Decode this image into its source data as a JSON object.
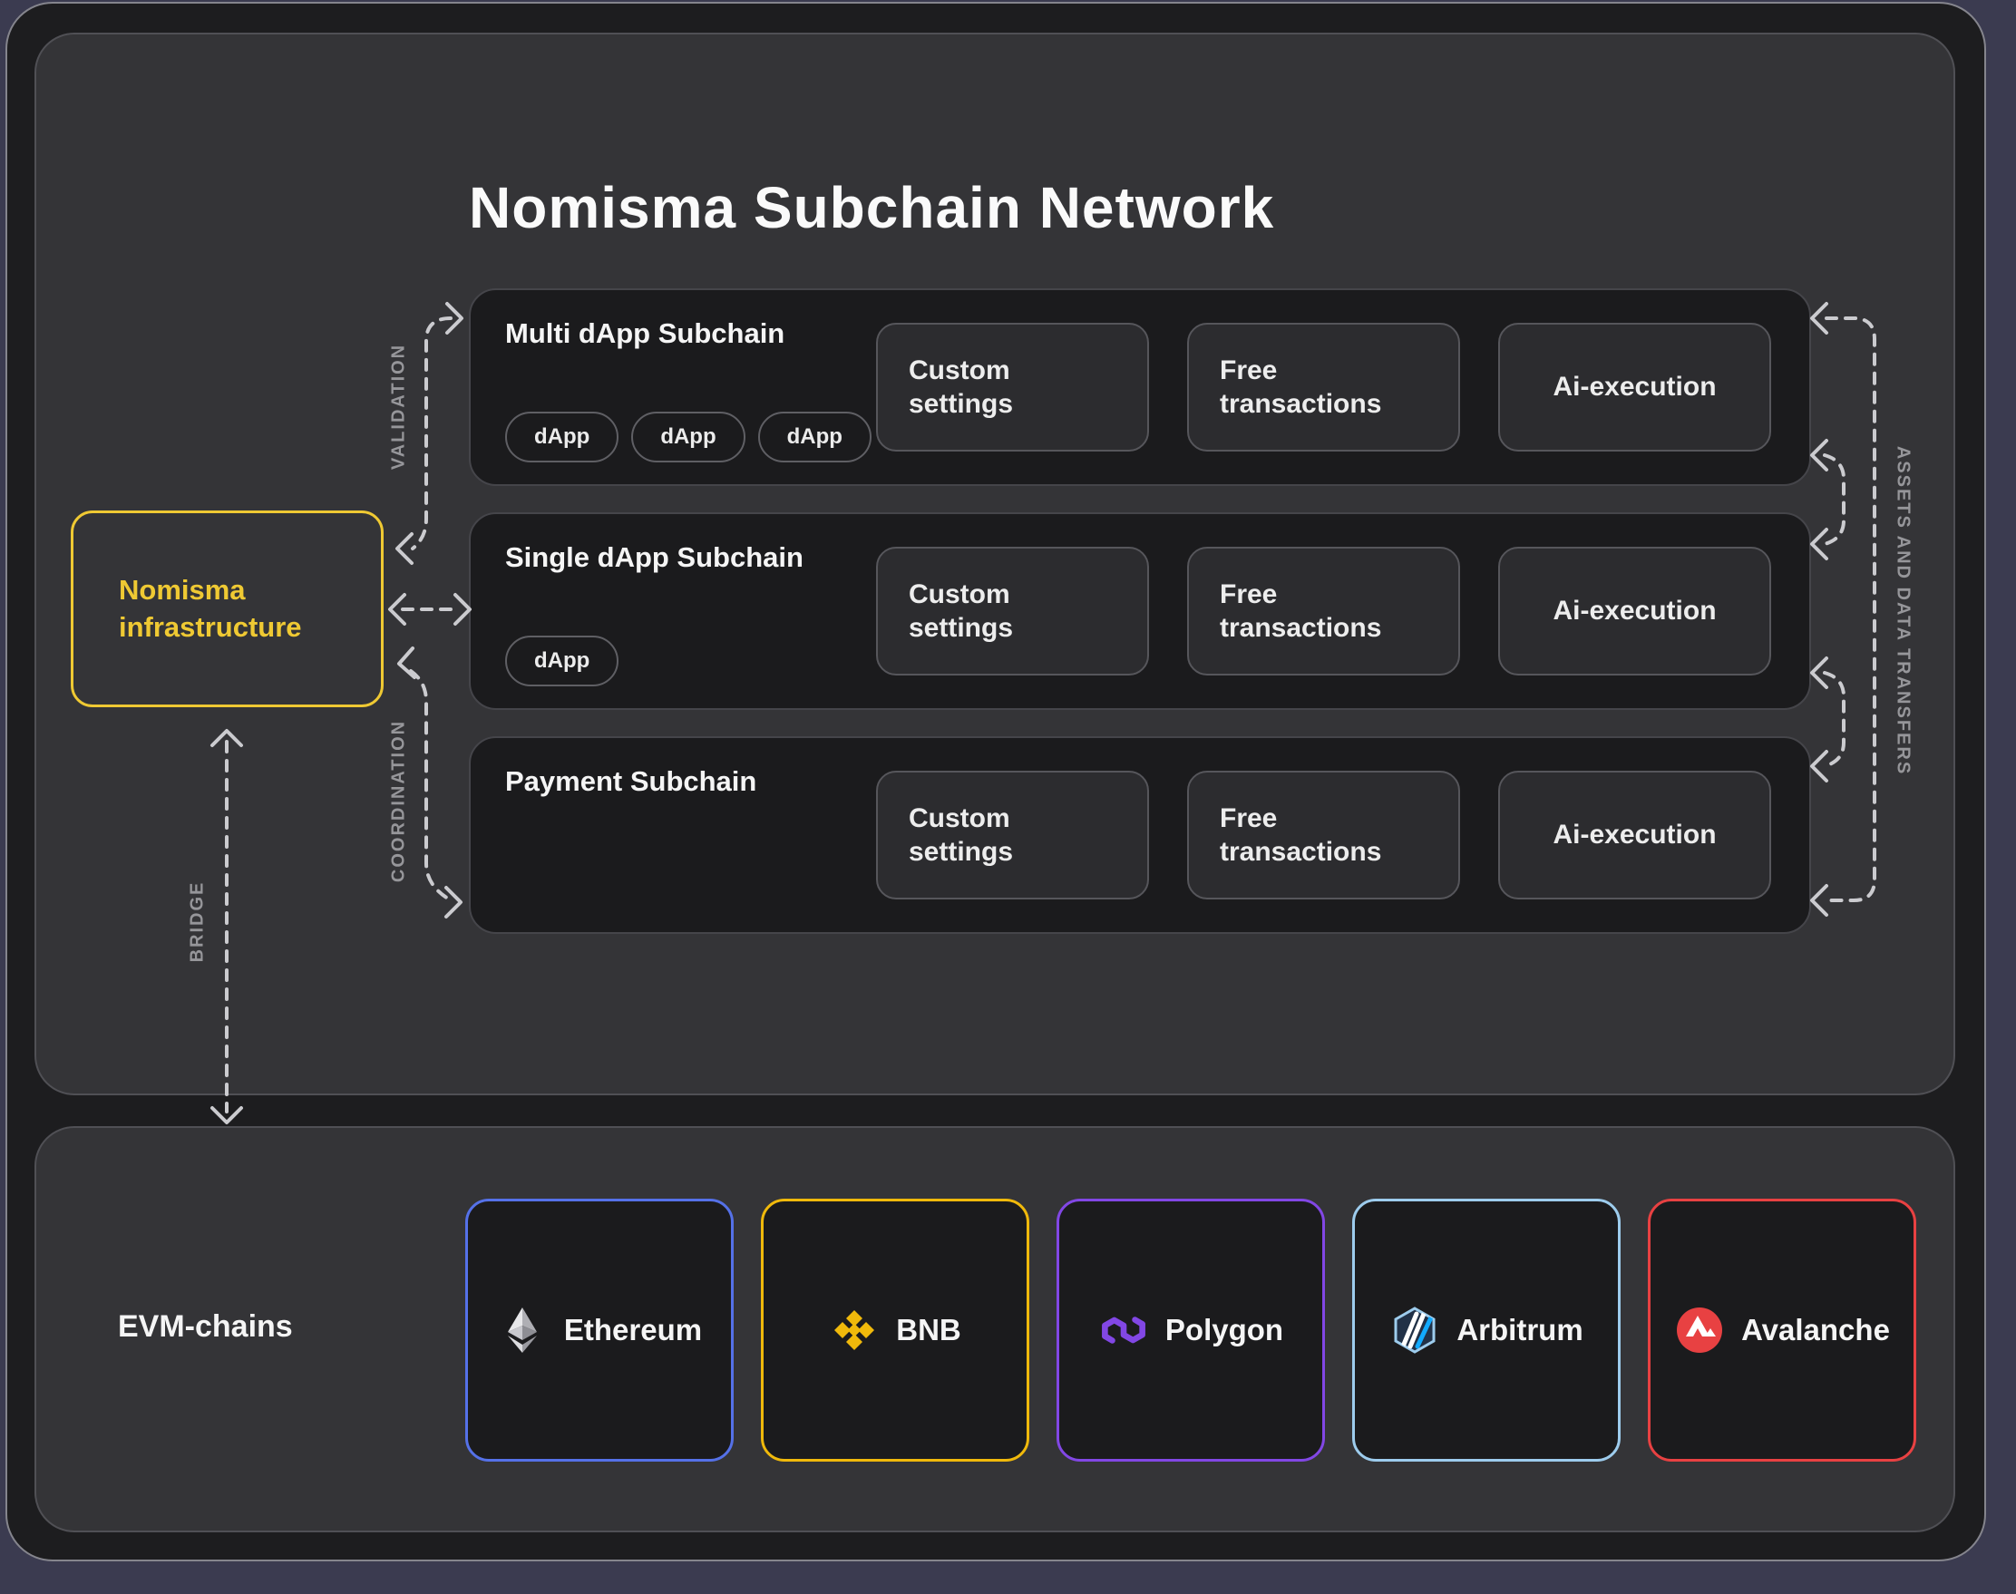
{
  "title": "Nomisma Subchain Network",
  "infrastructure": {
    "label": "Nomisma\ninfrastructure"
  },
  "connections": {
    "validation": "VALIDATION",
    "coordination": "COORDINATION",
    "bridge": "BRIDGE",
    "assets": "ASSETS AND DATA TRANSFERS"
  },
  "subchains": [
    {
      "name": "Multi dApp Subchain",
      "dapps": [
        "dApp",
        "dApp",
        "dApp"
      ],
      "features": [
        "Custom\nsettings",
        "Free\ntransactions",
        "Ai-execution"
      ]
    },
    {
      "name": "Single dApp Subchain",
      "dapps": [
        "dApp"
      ],
      "features": [
        "Custom\nsettings",
        "Free\ntransactions",
        "Ai-execution"
      ]
    },
    {
      "name": "Payment Subchain",
      "dapps": [],
      "features": [
        "Custom\nsettings",
        "Free\ntransactions",
        "Ai-execution"
      ]
    }
  ],
  "evm": {
    "label": "EVM-chains",
    "chains": [
      {
        "name": "Ethereum",
        "color": "#5571E8"
      },
      {
        "name": "BNB",
        "color": "#F0B90B"
      },
      {
        "name": "Polygon",
        "color": "#8247E5"
      },
      {
        "name": "Arbitrum",
        "color": "#9DCCED"
      },
      {
        "name": "Avalanche",
        "color": "#E84142"
      }
    ]
  },
  "colors": {
    "accent_yellow": "#EFC933",
    "arrow_gray": "#CBCBCF",
    "page_background": "#3B3B50",
    "card_background": "#1D1D1F",
    "panel_background": "#343437"
  }
}
